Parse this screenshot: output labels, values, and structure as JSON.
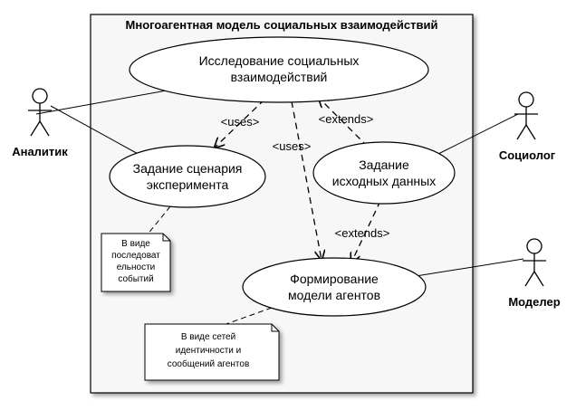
{
  "diagram": {
    "title": "Многоагентная модель социальных взаимодействий",
    "actors": {
      "analyst": "Аналитик",
      "sociologist": "Социолог",
      "modeler": "Моделер"
    },
    "use_cases": {
      "research": [
        "Исследование социальных",
        "взаимодействий"
      ],
      "scenario": [
        "Задание сценария",
        "эксперимента"
      ],
      "input_data": [
        "Задание",
        "исходных данных"
      ],
      "agent_model": [
        "Формирование",
        "модели агентов"
      ]
    },
    "relations": {
      "uses_left": "<uses>",
      "uses_center": "<uses>",
      "extends_top": "<extends>",
      "extends_bottom": "<extends>"
    },
    "notes": {
      "sequence": [
        "В виде",
        "последоват",
        "ельности",
        "событий"
      ],
      "networks": [
        "В виде сетей",
        "идентичности и",
        "сообщений агентов"
      ]
    }
  }
}
